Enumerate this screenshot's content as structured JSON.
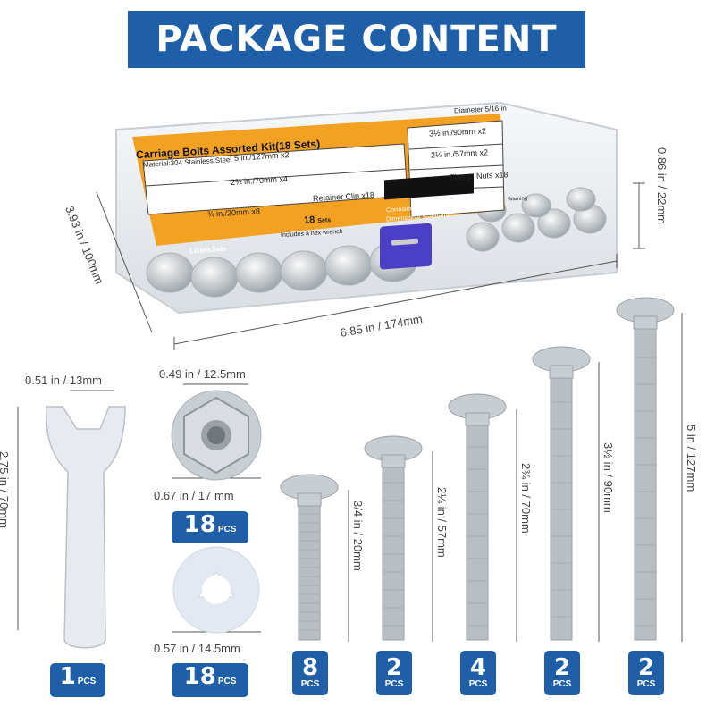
{
  "header": {
    "title": "PACKAGE CONTENT"
  },
  "box": {
    "title": "Carriage Bolts Assorted Kit(18 Sets)",
    "material": "Material:304 Stainless Steel",
    "diameter": "Diameter 5/16 in",
    "cells": {
      "bolt_5": "5 in./127mm x2",
      "bolt_3half": "3½ in./90mm x2",
      "bolt_2three": "2¾ in./70mm x4",
      "bolt_2quarter": "2¼ in./57mm x2",
      "bolt_3quarter": "¾ in./20mm x8",
      "retainer": "Retainer Clip x18",
      "flange": "Flange Nuts x18"
    },
    "sets_count": "18",
    "sets_word": "Sets",
    "hex_note": "Includes a hex wrench",
    "corrosion": "Corrosion Resistance",
    "standards": "Dimensional Standards",
    "warning": "Warning",
    "brand": "ListenJiale"
  },
  "dimensions": {
    "box_width": "6.85 in  /  174mm",
    "box_depth": "3.93 in  /  100mm",
    "box_height": "0.86 in  /  22mm",
    "wrench_width": "0.51 in  /  13mm",
    "wrench_length": "2.75 in  /  70mm",
    "nut_width": "0.49 in  /  12.5mm",
    "nut_flange": "0.67 in  /  17 mm",
    "clip_width": "0.57 in  /  14.5mm",
    "bolt1": "3/4 in  /  20mm",
    "bolt2": "2¼ in  /  57mm",
    "bolt3": "2¾ in  /  70mm",
    "bolt4": "3½ in  /  90mm",
    "bolt5": "5 in  /  127mm"
  },
  "badges": {
    "pcs": "PCS",
    "wrench": "1",
    "nuts": "18",
    "clips": "18",
    "bolt1": "8",
    "bolt2": "2",
    "bolt3": "4",
    "bolt4": "2",
    "bolt5": "2"
  },
  "colors": {
    "banner": "#1f5fa8",
    "box_orange": "#f2a122",
    "latch": "#4b3fc7"
  }
}
